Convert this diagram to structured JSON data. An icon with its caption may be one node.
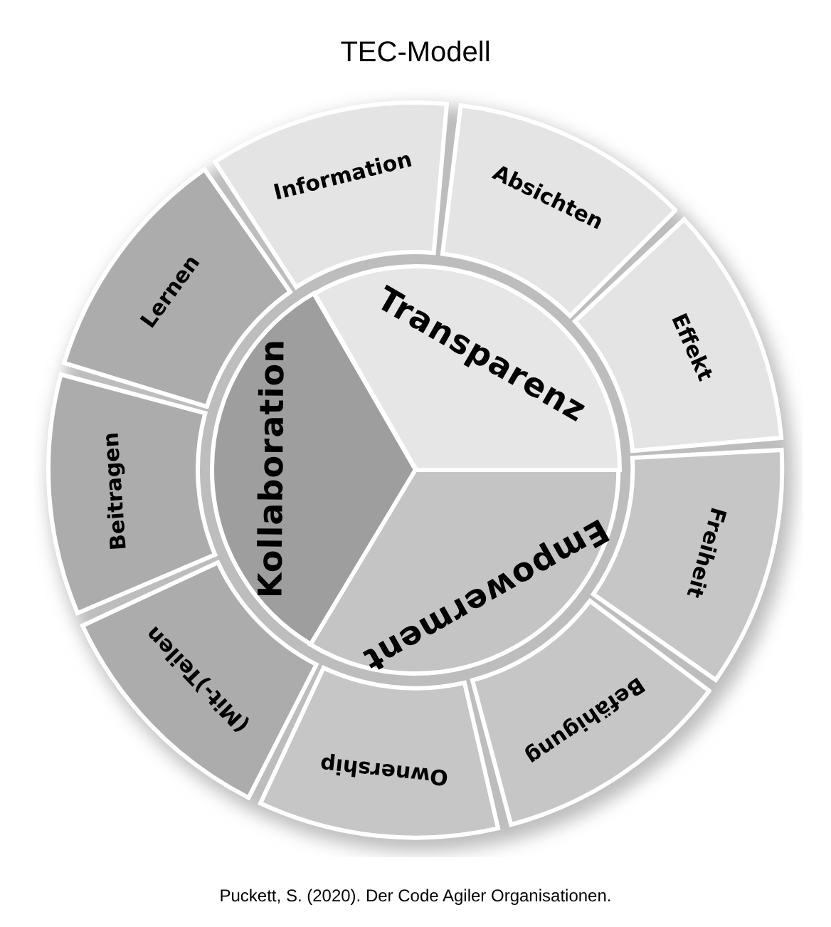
{
  "diagram": {
    "title": "TEC-Modell",
    "caption": "Puckett, S. (2020). Der Code Agiler Organisationen.",
    "nodes": [
      {
        "text": [
          "Transparenz"
        ]
      },
      {
        "text": [
          "Empowerment"
        ]
      },
      {
        "text": [
          "Kollaboration"
        ]
      },
      {
        "text": [
          "Information"
        ]
      },
      {
        "text": [
          "Absichten"
        ]
      },
      {
        "text": [
          "Effekt"
        ]
      },
      {
        "text": [
          "Freiheit"
        ]
      },
      {
        "text": [
          "Befähigung"
        ]
      },
      {
        "text": [
          "Ownership"
        ]
      },
      {
        "text": [
          "(Mit-)Teilen"
        ]
      },
      {
        "text": [
          "Beitragen"
        ]
      },
      {
        "text": [
          "Lernen"
        ]
      }
    ]
  }
}
